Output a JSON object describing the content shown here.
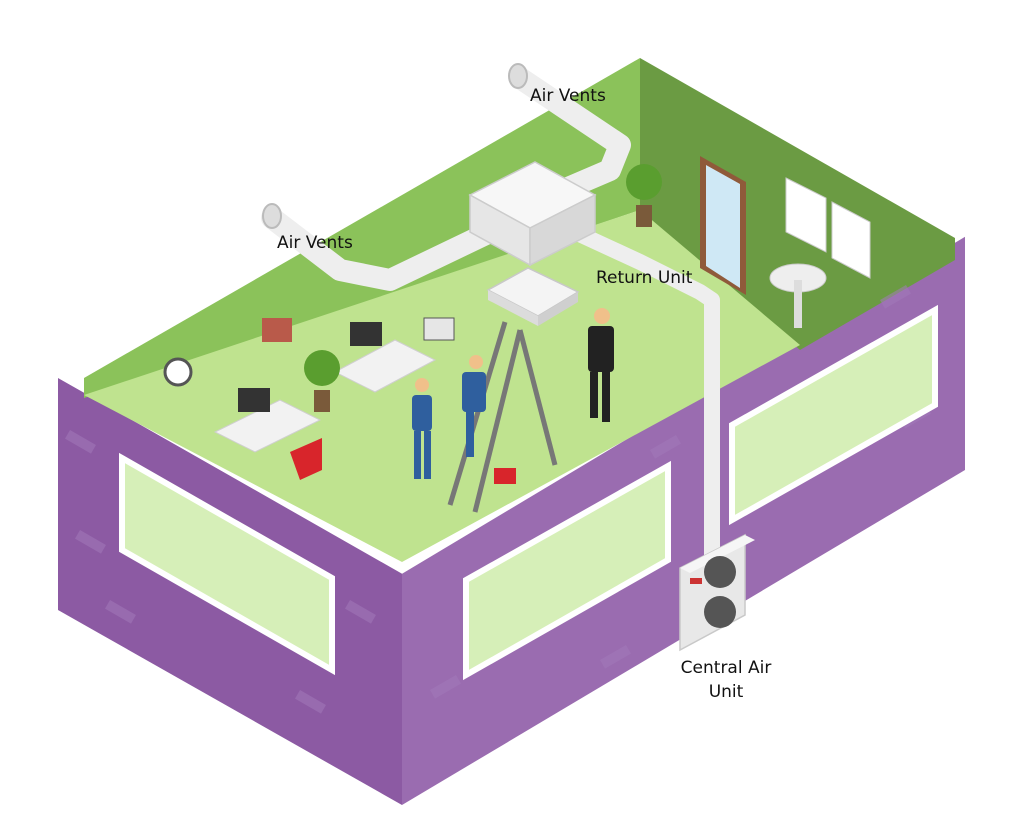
{
  "labels": {
    "air_vents_top": "Air Vents",
    "air_vents_left": "Air Vents",
    "return_unit": "Return Unit",
    "central_air_unit_line1": "Central Air",
    "central_air_unit_line2": "Unit"
  },
  "colors": {
    "wall_purple": "#8c5aa3",
    "wall_purple_dark": "#7b4b93",
    "floor_green": "#bfe38f",
    "interior_wall_green": "#8bc25a",
    "interior_wall_dark": "#6b9b43",
    "duct_white": "#f2f2f2",
    "outline": "#ffffff"
  },
  "icons": [
    "air-vent-icon",
    "duct-icon",
    "return-unit-icon",
    "central-air-unit-icon",
    "technician-icon",
    "ladder-icon",
    "businessman-icon",
    "desk-icon",
    "computer-monitor-icon",
    "office-chair-icon",
    "plant-icon",
    "wall-clock-icon",
    "bookshelf-icon",
    "printer-icon",
    "door-icon",
    "poster-icon",
    "round-table-icon",
    "toolbox-icon",
    "window-icon"
  ]
}
